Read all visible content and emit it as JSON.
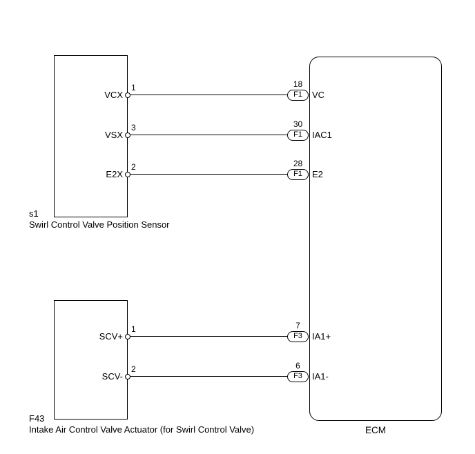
{
  "components": {
    "sensor": {
      "id": "s1",
      "caption": "Swirl Control Valve Position Sensor"
    },
    "actuator": {
      "id": "F43",
      "caption": "Intake Air Control Valve Actuator (for Swirl Control Valve)"
    },
    "ecm": {
      "caption": "ECM"
    }
  },
  "rows": [
    {
      "left_label": "VCX",
      "left_pin": "1",
      "right_pin": "18",
      "connector": "F1",
      "right_label": "VC"
    },
    {
      "left_label": "VSX",
      "left_pin": "3",
      "right_pin": "30",
      "connector": "F1",
      "right_label": "IAC1"
    },
    {
      "left_label": "E2X",
      "left_pin": "2",
      "right_pin": "28",
      "connector": "F1",
      "right_label": "E2"
    },
    {
      "left_label": "SCV+",
      "left_pin": "1",
      "right_pin": "7",
      "connector": "F3",
      "right_label": "IA1+"
    },
    {
      "left_label": "SCV-",
      "left_pin": "2",
      "right_pin": "6",
      "connector": "F3",
      "right_label": "IA1-"
    }
  ],
  "colors": {
    "line": "#000000",
    "background": "#ffffff"
  }
}
